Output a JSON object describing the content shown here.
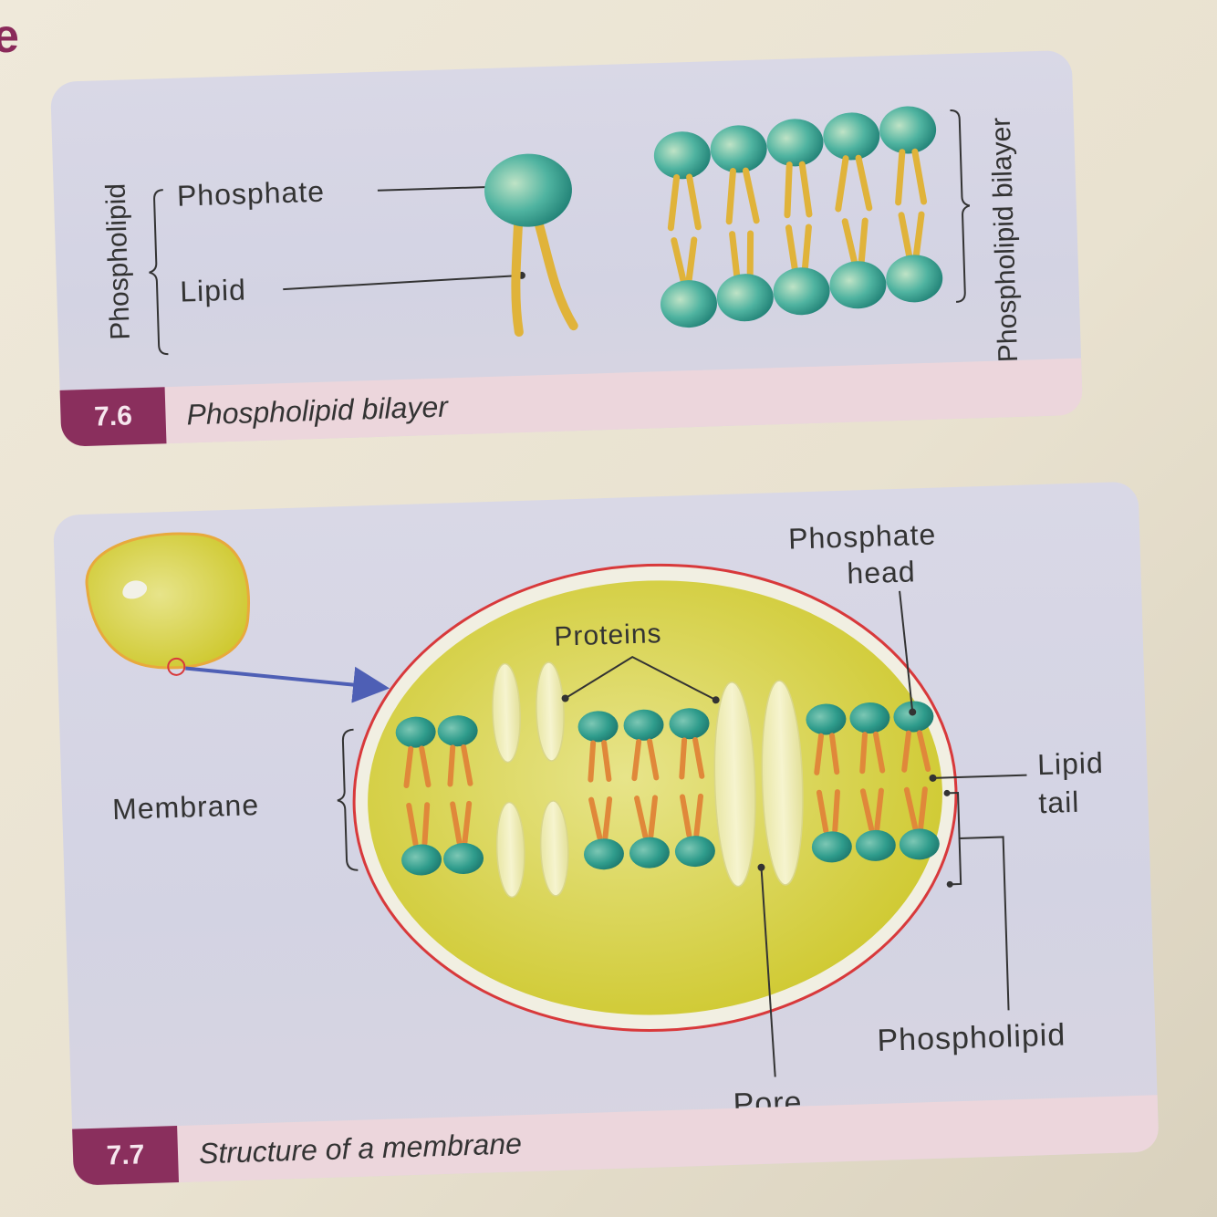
{
  "figure_76": {
    "number": "7.6",
    "caption": "Phospholipid bilayer",
    "labels": {
      "phospholipid": "Phospholipid",
      "phosphate": "Phosphate",
      "lipid": "Lipid",
      "bilayer": "Phospholipid bilayer"
    }
  },
  "figure_77": {
    "number": "7.7",
    "caption": "Structure of a membrane",
    "labels": {
      "membrane": "Membrane",
      "proteins": "Proteins",
      "phosphate_head_1": "Phosphate",
      "phosphate_head_2": "head",
      "lipid_tail_1": "Lipid",
      "lipid_tail_2": "tail",
      "phospholipid": "Phospholipid",
      "pore": "Pore"
    }
  },
  "colors": {
    "head": "#2f9c8c",
    "tail": "#e0b33a",
    "tail_orange": "#e0883a",
    "cell": "#d7d23c",
    "outline": "#d8393b",
    "caption_accent": "#8a2f5d"
  }
}
